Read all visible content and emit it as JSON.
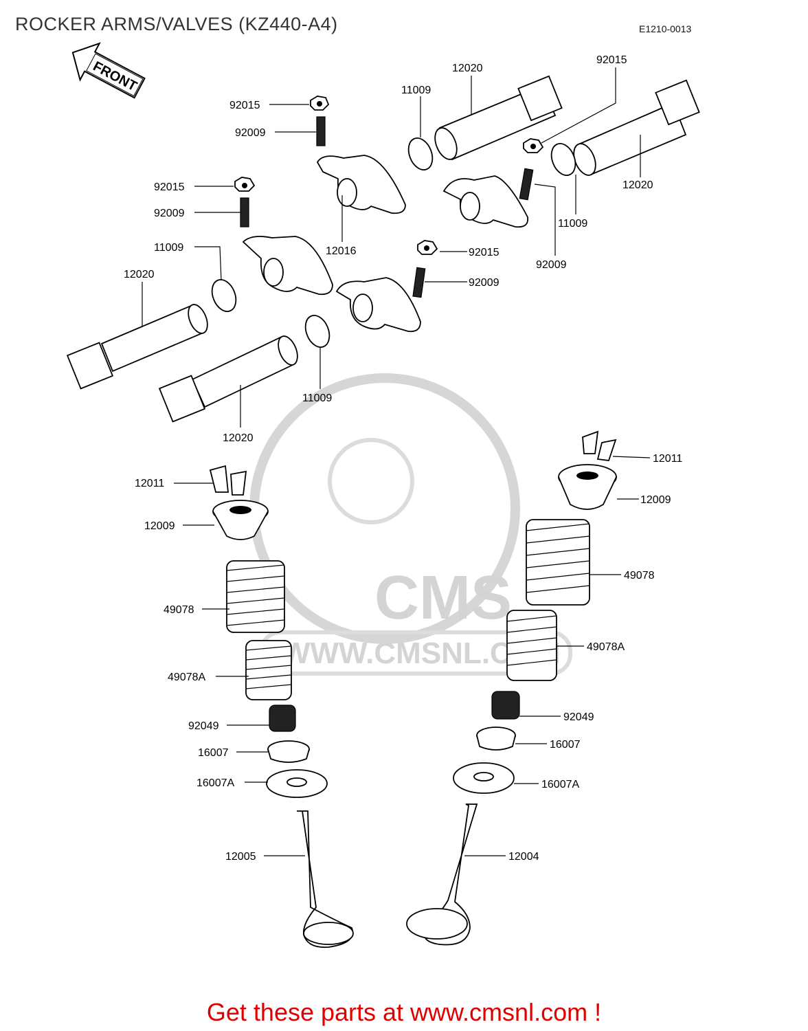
{
  "header": {
    "title": "ROCKER ARMS/VALVES (KZ440-A4)",
    "diagram_code": "E1210-0013"
  },
  "orientation": {
    "front_label": "FRONT"
  },
  "watermark": {
    "brand": "CMS",
    "url": "WWW.CMSNL.COM"
  },
  "footer": {
    "text": "Get these parts at www.cmsnl.com !"
  },
  "parts": {
    "p92015_a": "92015",
    "p92009_a": "92009",
    "p92015_b": "92015",
    "p92009_b": "92009",
    "p11009_a": "11009",
    "p12020_a": "12020",
    "p12016": "12016",
    "p92015_c": "92015",
    "p92009_c": "92009",
    "p11009_b": "11009",
    "p12020_b": "12020",
    "p11009_top": "11009",
    "p12020_top": "12020",
    "p92015_top": "92015",
    "p12020_right": "12020",
    "p11009_right": "11009",
    "p92009_right": "92009",
    "p12011_l": "12011",
    "p12009_l": "12009",
    "p49078_l": "49078",
    "p49078A_l": "49078A",
    "p92049_l": "92049",
    "p16007_l": "16007",
    "p16007A_l": "16007A",
    "p12005": "12005",
    "p12011_r": "12011",
    "p12009_r": "12009",
    "p49078_r": "49078",
    "p49078A_r": "49078A",
    "p92049_r": "92049",
    "p16007_r": "16007",
    "p16007A_r": "16007A",
    "p12004": "12004"
  }
}
